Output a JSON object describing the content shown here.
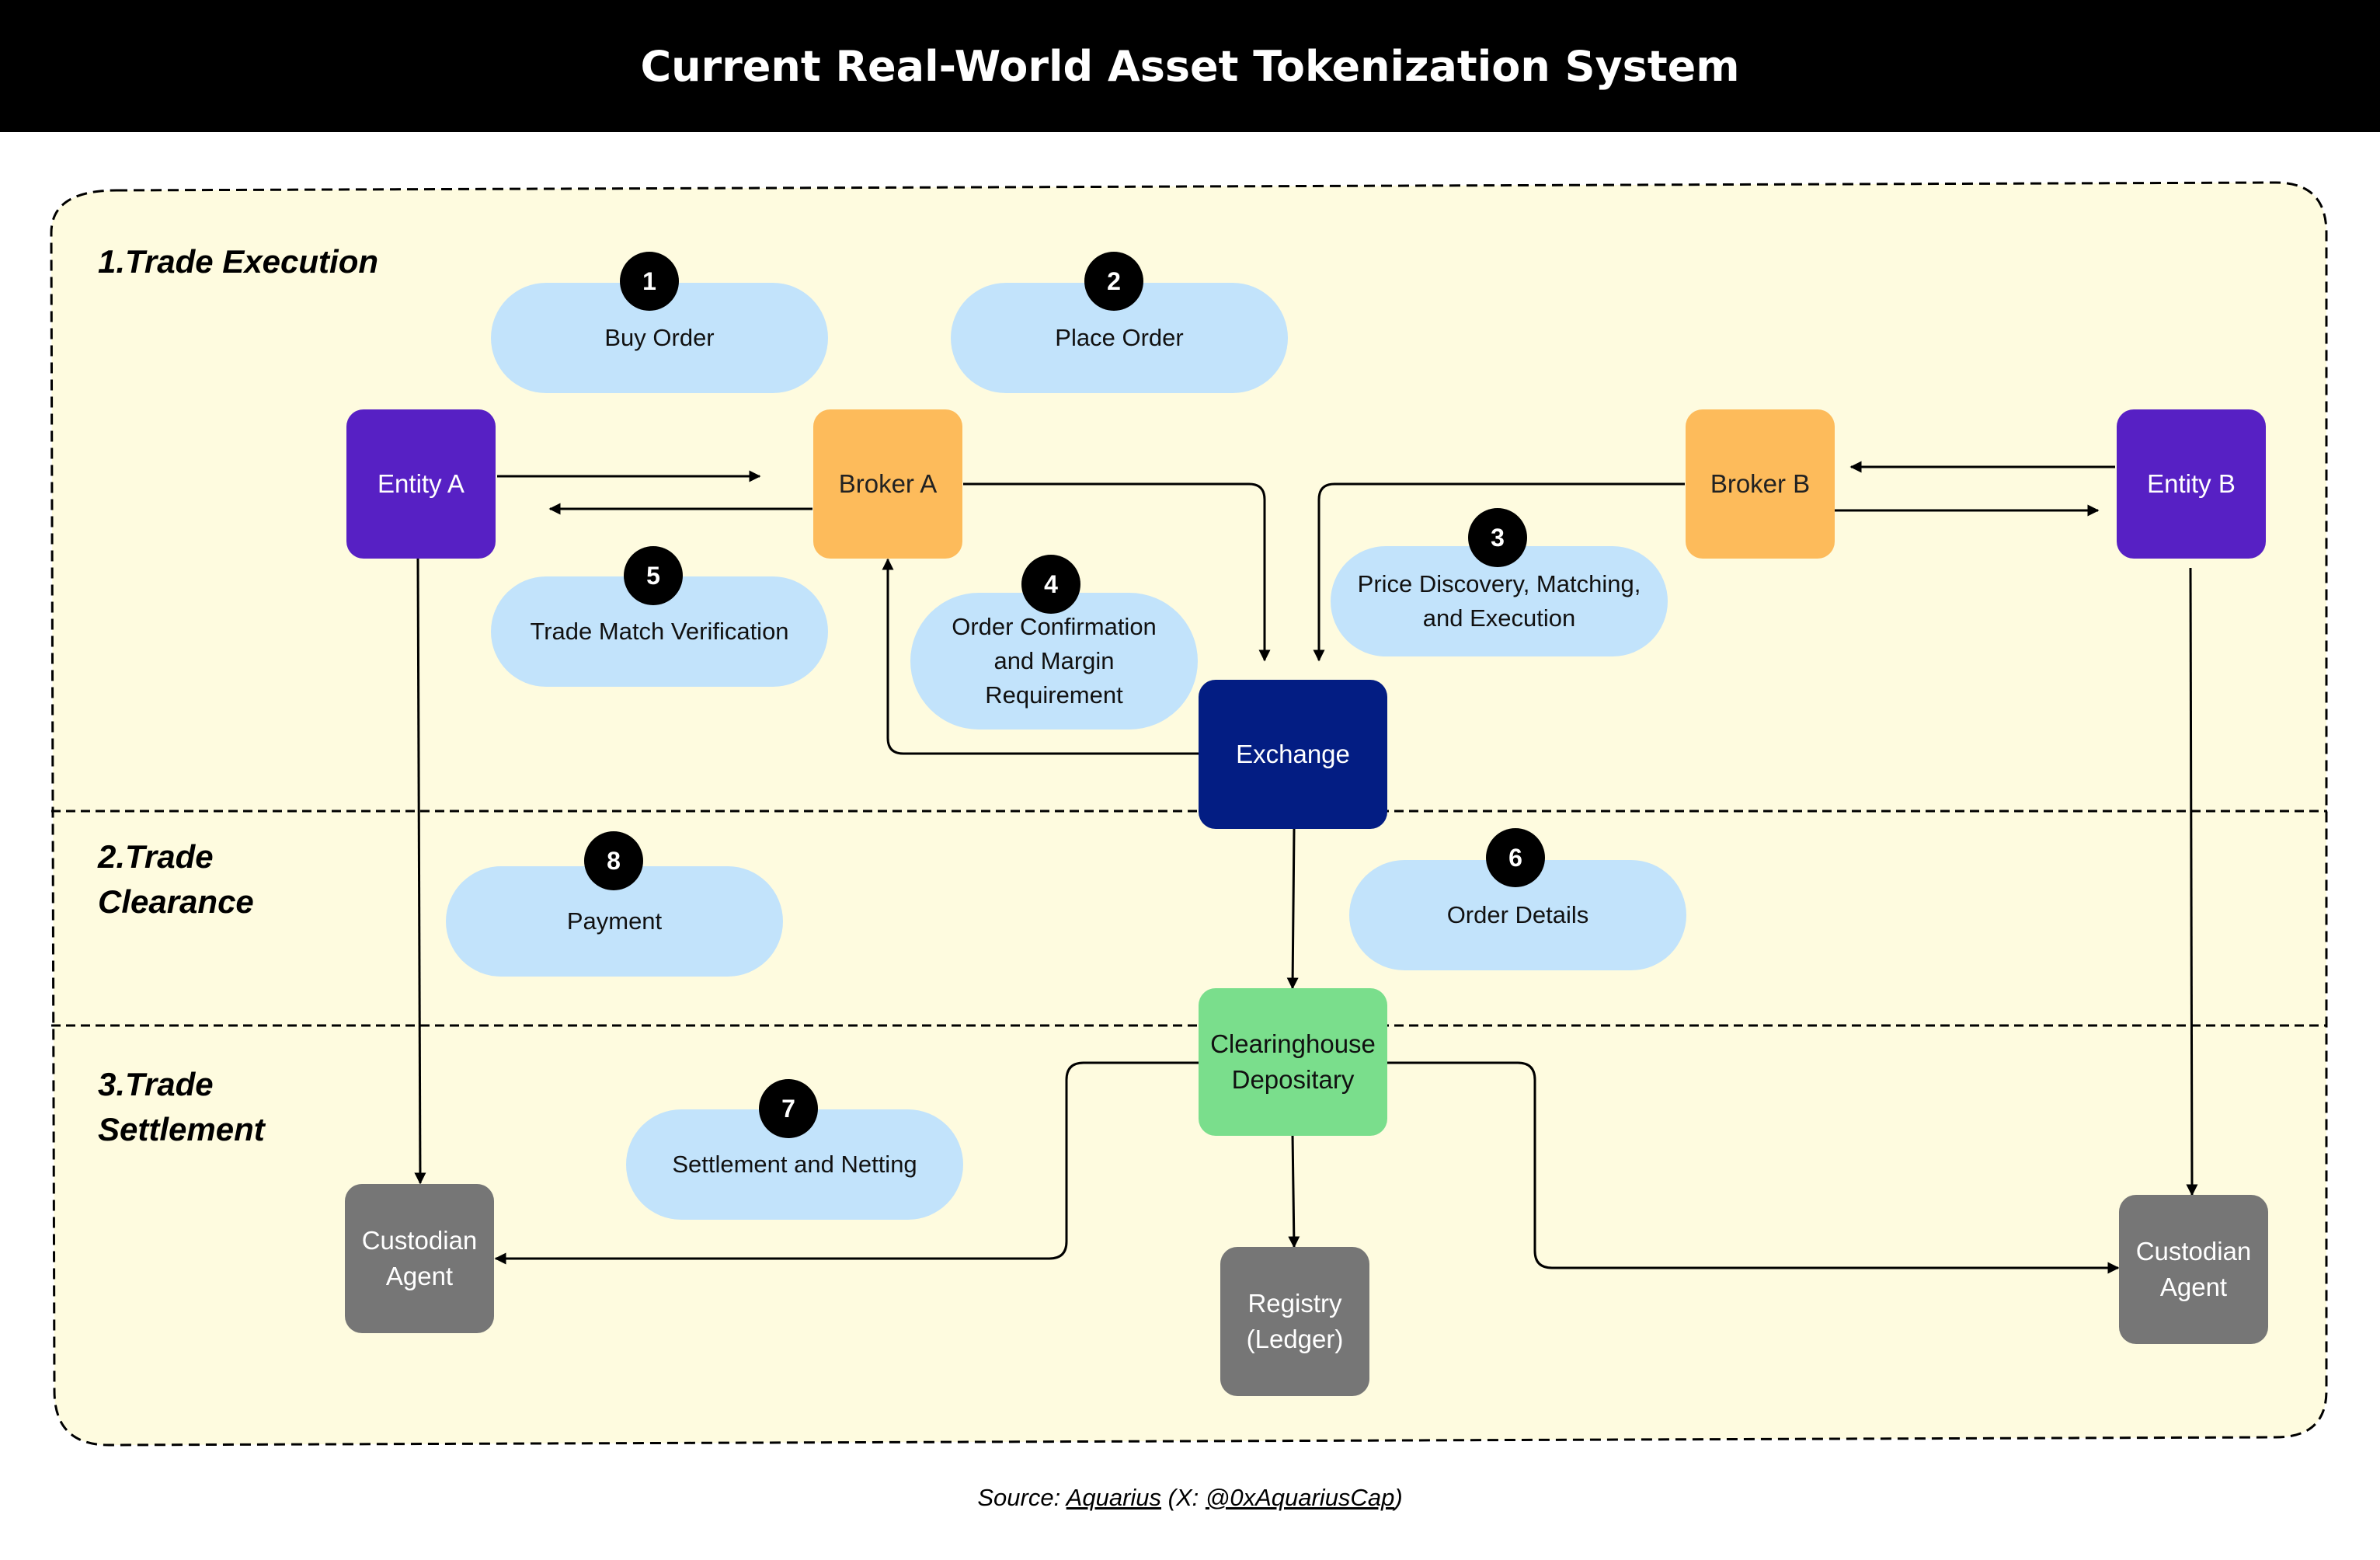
{
  "title": "Current Real-World Asset Tokenization System",
  "sections": {
    "execution": "1.Trade Execution",
    "clearance": "2.Trade\nClearance",
    "settlement": "3.Trade\nSettlement"
  },
  "nodes": {
    "entity_a": "Entity A",
    "broker_a": "Broker A",
    "broker_b": "Broker B",
    "entity_b": "Entity B",
    "exchange": "Exchange",
    "clearinghouse": "Clearinghouse\nDepositary",
    "custodian_left": "Custodian\nAgent",
    "registry": "Registry\n(Ledger)",
    "custodian_right": "Custodian\nAgent"
  },
  "steps": [
    {
      "num": "1",
      "label": "Buy Order"
    },
    {
      "num": "2",
      "label": "Place Order"
    },
    {
      "num": "3",
      "label": "Price Discovery, Matching,\nand Execution"
    },
    {
      "num": "4",
      "label": "Order Confirmation\nand Margin\nRequirement"
    },
    {
      "num": "5",
      "label": "Trade Match Verification"
    },
    {
      "num": "6",
      "label": "Order Details"
    },
    {
      "num": "7",
      "label": "Settlement and Netting"
    },
    {
      "num": "8",
      "label": "Payment"
    }
  ],
  "source": {
    "prefix": "Source: ",
    "name": "Aquarius",
    "mid": " (X: ",
    "handle": "@0xAquariusCap",
    "suffix": ")"
  },
  "colors": {
    "header": "#000000",
    "panel": "#fefbdf",
    "entity": "#5720c4",
    "broker": "#fdbb5b",
    "exchange": "#031d83",
    "clearinghouse": "#7ade8c",
    "custodian": "#767676",
    "step_pill": "#c2e3fb",
    "badge": "#000000"
  }
}
